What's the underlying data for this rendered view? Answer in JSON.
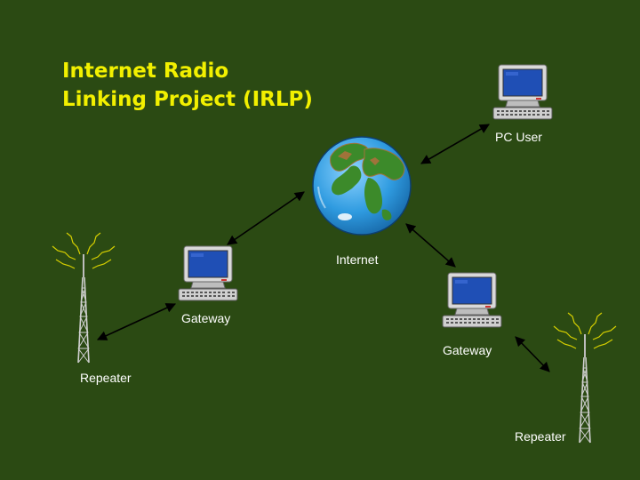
{
  "title": {
    "line1": "Internet Radio",
    "line2": "Linking Project (IRLP)"
  },
  "labels": {
    "pc_user": "PC User",
    "internet": "Internet",
    "gateway_left": "Gateway",
    "gateway_right": "Gateway",
    "repeater_left": "Repeater",
    "repeater_right": "Repeater"
  },
  "colors": {
    "background": "#2b4a13",
    "title": "#f2f000",
    "label": "#ffffff",
    "arrow": "#000000",
    "ocean": "#2f9be0",
    "land": "#3c8a2a",
    "radio_waves": "#d7d000"
  }
}
